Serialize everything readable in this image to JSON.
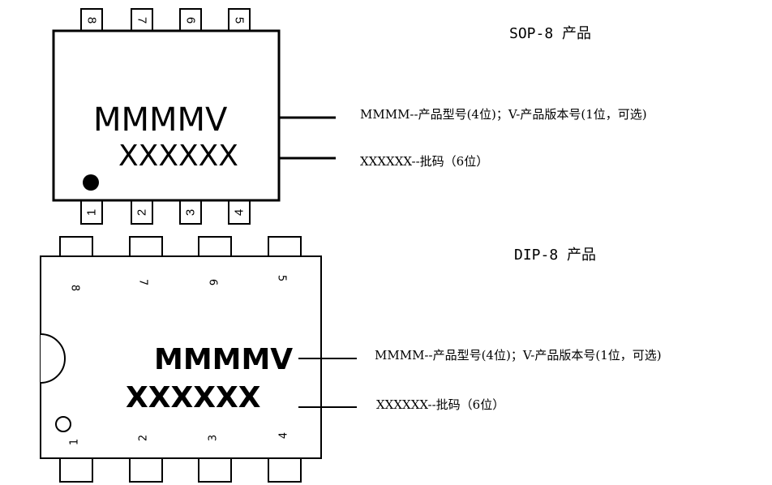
{
  "sop": {
    "title": "SOP-8  产品",
    "top_pins": [
      "8",
      "7",
      "6",
      "5"
    ],
    "bottom_pins": [
      "1",
      "2",
      "3",
      "4"
    ],
    "marking_line1": "MMMMV",
    "marking_line2": "XXXXXX",
    "note_line1": "MMMM--产品型号(4位)；V-产品版本号(1位，可选)",
    "note_line2": "XXXXXX--批码（6位）"
  },
  "dip": {
    "title": "DIP-8  产品",
    "top_pins": [
      "8",
      "7",
      "6",
      "5"
    ],
    "bottom_pins": [
      "1",
      "2",
      "3",
      "4"
    ],
    "marking_line1": "MMMMV",
    "marking_line2": "XXXXXX",
    "note_line1": "MMMM--产品型号(4位)；V-产品版本号(1位，可选)",
    "note_line2": "XXXXXX--批码（6位）"
  }
}
